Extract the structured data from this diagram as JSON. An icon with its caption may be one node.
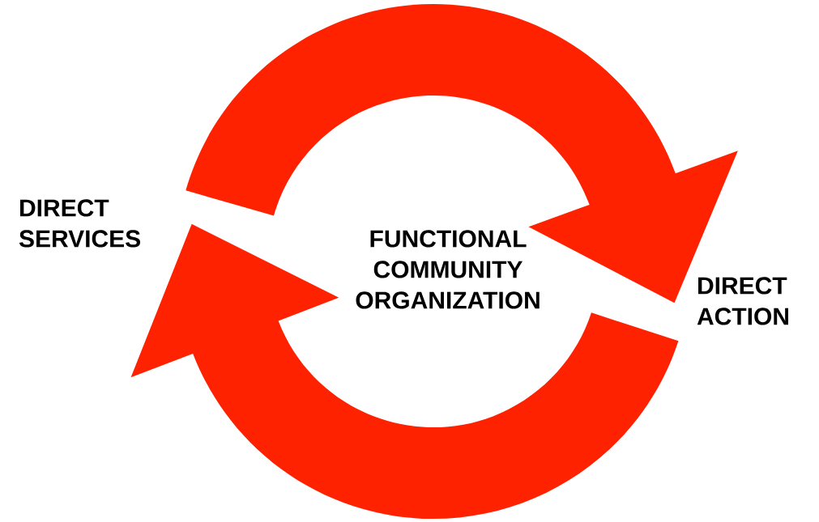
{
  "diagram": {
    "nodes": [
      {
        "text": [
          "DIRECT SERVICES"
        ]
      },
      {
        "text": [
          "DIRECT ACTION"
        ]
      }
    ],
    "edges": [
      {
        "from": 0,
        "to": 1,
        "arrow": "to"
      },
      {
        "from": 1,
        "to": 0,
        "arrow": "to"
      }
    ],
    "labels": [
      "FUNCTIONAL COMMUNITY ORGANIZATION"
    ]
  }
}
